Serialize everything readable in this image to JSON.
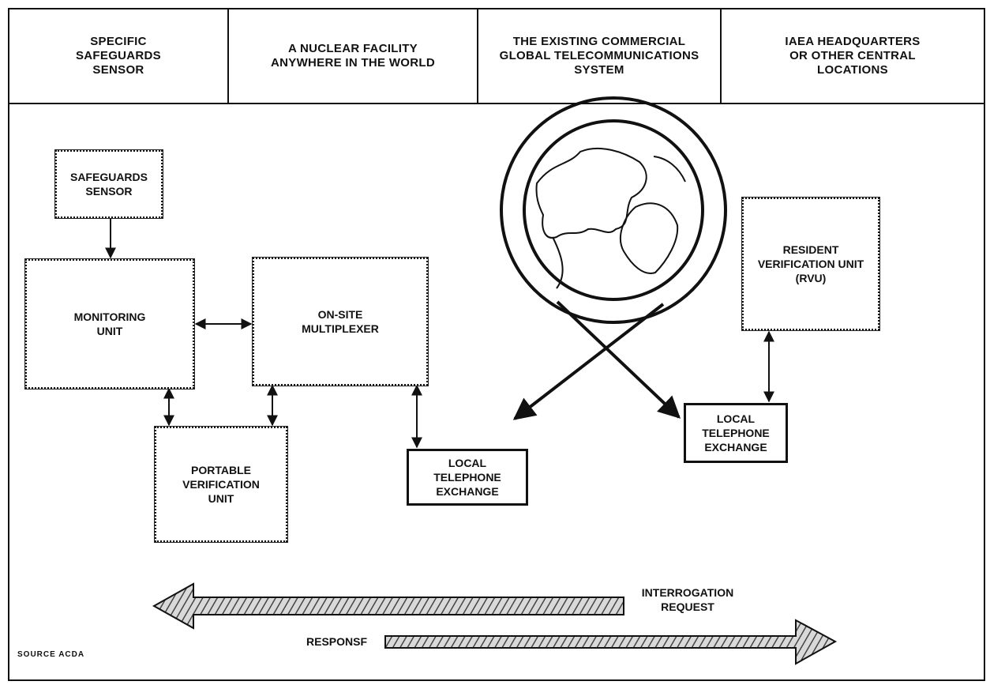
{
  "header": {
    "col1": "SPECIFIC\nSAFEGUARDS\nSENSOR",
    "col2": "A NUCLEAR FACILITY\nANYWHERE IN THE WORLD",
    "col3": "THE EXISTING  COMMERCIAL\nGLOBAL TELECOMMUNICATIONS\nSYSTEM",
    "col4": "IAEA HEADQUARTERS\nOR OTHER CENTRAL\nLOCATIONS"
  },
  "boxes": {
    "sensor": "SAFEGUARDS\nSENSOR",
    "monitoring": "MONITORING\nUNIT",
    "multiplexer": "ON-SITE\nMULTIPLEXER",
    "portable": "PORTABLE\nVERIFICATION\nUNIT",
    "exchange_left": "LOCAL\nTELEPHONE\nEXCHANGE",
    "exchange_right": "LOCAL\nTELEPHONE\nEXCHANGE",
    "rvu": "RESIDENT\nVERIFICATION UNIT\n(RVU)"
  },
  "arrows": {
    "interrogation": "INTERROGATION\nREQUEST",
    "response": "RESPONSF"
  },
  "source": "SOURCE  ACDA",
  "colors": {
    "ink": "#111111",
    "hatch": "#555555"
  },
  "icons": [
    "globe-icon"
  ]
}
